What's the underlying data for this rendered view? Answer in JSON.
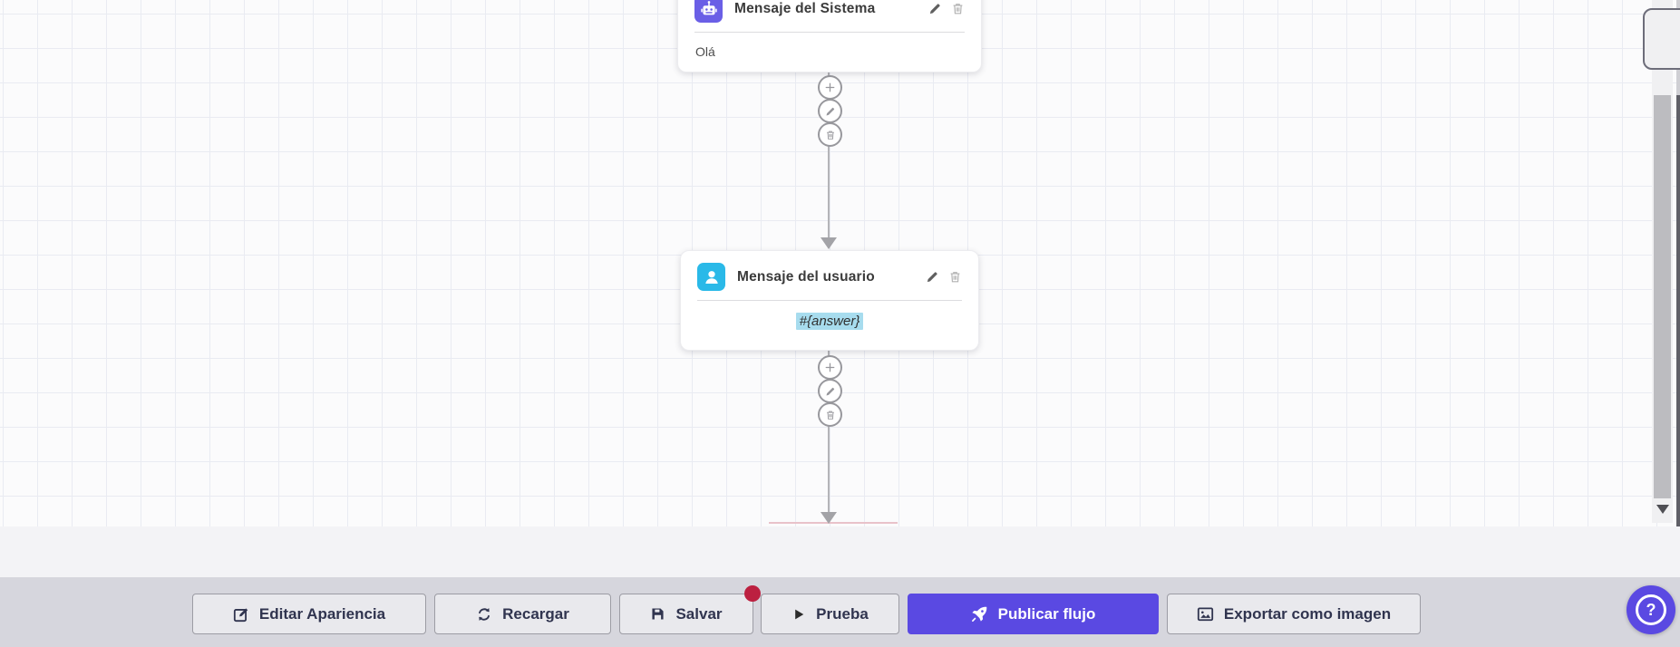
{
  "canvas": {
    "nodes": [
      {
        "title": "Mensaje del Sistema",
        "content": "Olá",
        "icon": "robot-icon",
        "icon_color": "#6a5fe6",
        "actions": [
          "edit",
          "delete"
        ]
      },
      {
        "title": "Mensaje del usuario",
        "content": "#{answer}",
        "icon": "user-icon",
        "icon_color": "#2ab9e8",
        "content_highlight_color": "#a7dcee",
        "actions": [
          "edit",
          "delete"
        ]
      }
    ],
    "connector_actions": [
      "add",
      "edit",
      "delete"
    ]
  },
  "toolbar": {
    "buttons": [
      {
        "label": "Editar Apariencia",
        "icon": "edit-icon"
      },
      {
        "label": "Recargar",
        "icon": "refresh-icon"
      },
      {
        "label": "Salvar",
        "icon": "save-icon",
        "badge": true
      },
      {
        "label": "Prueba",
        "icon": "play-icon"
      },
      {
        "label": "Publicar flujo",
        "icon": "rocket-icon",
        "primary": true,
        "color": "#5a49e2"
      },
      {
        "label": "Exportar como imagen",
        "icon": "image-icon"
      }
    ]
  },
  "help": {
    "label": "?"
  },
  "colors": {
    "accent": "#5a49e2",
    "robot_icon_bg": "#6a5fe6",
    "user_icon_bg": "#2ab9e8",
    "highlight": "#a7dcee",
    "badge": "#bc2040",
    "toolbar_bg": "#d6d6dd",
    "canvas_grid": "#e9ebf2"
  }
}
